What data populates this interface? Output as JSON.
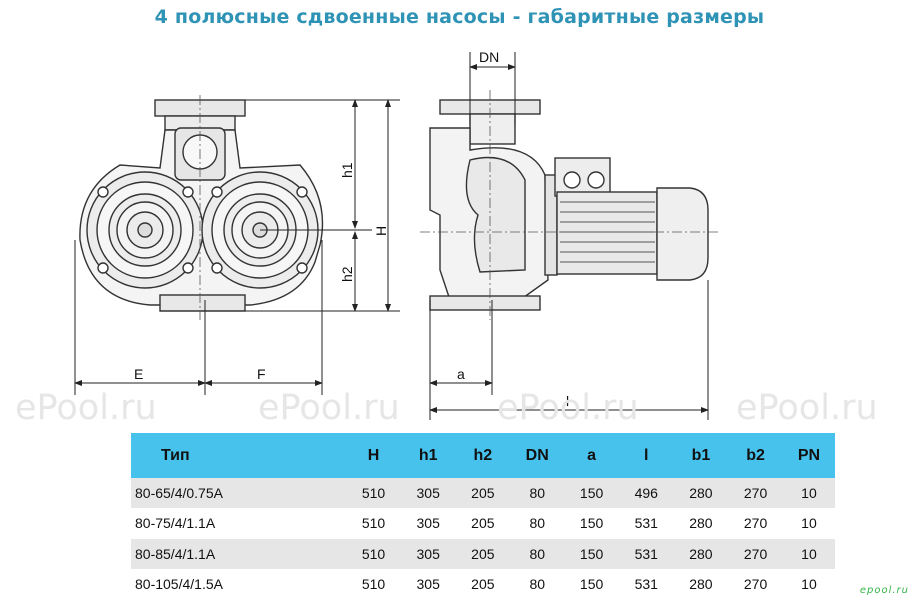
{
  "title": "4 полюсные сдвоенные насосы - габаритные размеры",
  "drawing": {
    "labels": {
      "dn": "DN",
      "h1": "h1",
      "h": "H",
      "h2": "h2",
      "e": "E",
      "f": "F",
      "a": "a",
      "l": "l"
    }
  },
  "watermarks": [
    "ePool.ru",
    "ePool.ru",
    "ePool.ru",
    "ePool.ru"
  ],
  "corner_mark": "epool.ru",
  "table": {
    "headers": [
      "Тип",
      "H",
      "h1",
      "h2",
      "DN",
      "a",
      "l",
      "b1",
      "b2",
      "PN"
    ],
    "rows": [
      [
        "80-65/4/0.75A",
        "510",
        "305",
        "205",
        "80",
        "150",
        "496",
        "280",
        "270",
        "10"
      ],
      [
        "80-75/4/1.1A",
        "510",
        "305",
        "205",
        "80",
        "150",
        "531",
        "280",
        "270",
        "10"
      ],
      [
        "80-85/4/1.1A",
        "510",
        "305",
        "205",
        "80",
        "150",
        "531",
        "280",
        "270",
        "10"
      ],
      [
        "80-105/4/1.5A",
        "510",
        "305",
        "205",
        "80",
        "150",
        "531",
        "280",
        "270",
        "10"
      ]
    ]
  }
}
